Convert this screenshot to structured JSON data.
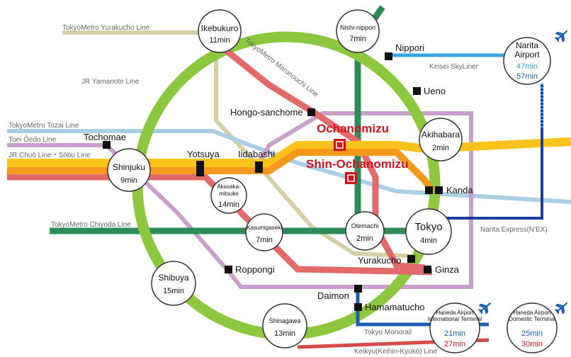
{
  "lines": {
    "yurakucho": "TokyoMetro Yurakucho Line",
    "marunouchi": "TokyoMetro Marunouchi Line",
    "yamanote": "JR Yamanote Line",
    "tozai": "TokyoMetro Tozai Line",
    "oedo": "Toei Ōedo Line",
    "chuo_sobu": "JR Chuō Line・Sōbu Line",
    "chiyoda": "TokyoMetro Chiyoda Line",
    "skyliner": "Keisei SkyLiner",
    "nex": "Narita Express(N'EX)",
    "monorail": "Tokyo Monorail",
    "keikyu": "Keikyu(Keihin-Kyukō) Line"
  },
  "stations": {
    "ikebukuro": {
      "name": "Ikebukuro",
      "time": "11min"
    },
    "nishi_nippori": {
      "name": "Nishi-nippori",
      "time": "7min"
    },
    "akihabara": {
      "name": "Akihabara",
      "time": "2min"
    },
    "shinjuku": {
      "name": "Shinjuku",
      "time": "9min"
    },
    "akasaka_mitsuke": {
      "name1": "Akasaka-",
      "name2": "mitsuke",
      "time": "14min"
    },
    "kasumigaseki": {
      "name": "Kasumigaseki",
      "time": "7min"
    },
    "otemachi": {
      "name": "Otemachi",
      "time": "2min"
    },
    "tokyo": {
      "name": "Tokyo",
      "time": "4min"
    },
    "shibuya": {
      "name": "Shibuya",
      "time": "15min"
    },
    "shinagawa": {
      "name": "Shinagawa",
      "time": "13min"
    },
    "narita": {
      "name1": "Narita",
      "name2": "Airport",
      "time1": "47min",
      "time2": "57min"
    },
    "haneda_intl": {
      "name1": "Haneda Airport",
      "name2": "International Terminal",
      "time1": "21min",
      "time2": "27min"
    },
    "haneda_dom": {
      "name1": "Haneda Airport",
      "name2": "Domestic Terminal",
      "time1": "25min",
      "time2": "30min"
    }
  },
  "plain_stations": {
    "nippori": "Nippori",
    "ueno": "Ueno",
    "hongo_sanchome": "Hongo-sanchome",
    "tochomae": "Tochomae",
    "yotsuya": "Yotsuya",
    "iidabashi": "Iidabashi",
    "kanda": "Kanda",
    "roppongi": "Roppongi",
    "yurakucho": "Yurakucho",
    "ginza": "Ginza",
    "daimon": "Daimon",
    "hamamatucho": "Hamamatucho"
  },
  "highlight": {
    "ochanomizu": "Ochanomizu",
    "shin_ochanomizu": "Shin-Ochanomizu"
  },
  "colors": {
    "yamanote": "#8dc63f",
    "chuo_yellow": "#f9c31b",
    "chuo_orange": "#f39a1e",
    "marunouchi": "#e36a6a",
    "chiyoda": "#2e8b57",
    "yurakucho_line": "#d4cfa7",
    "tozai": "#a9cfe5",
    "oedo": "#c9a0c9",
    "skyliner": "#33a6e6",
    "nex": "#1a3f9e",
    "keikyu": "#d84b4b",
    "highlight": "#d0121b"
  }
}
